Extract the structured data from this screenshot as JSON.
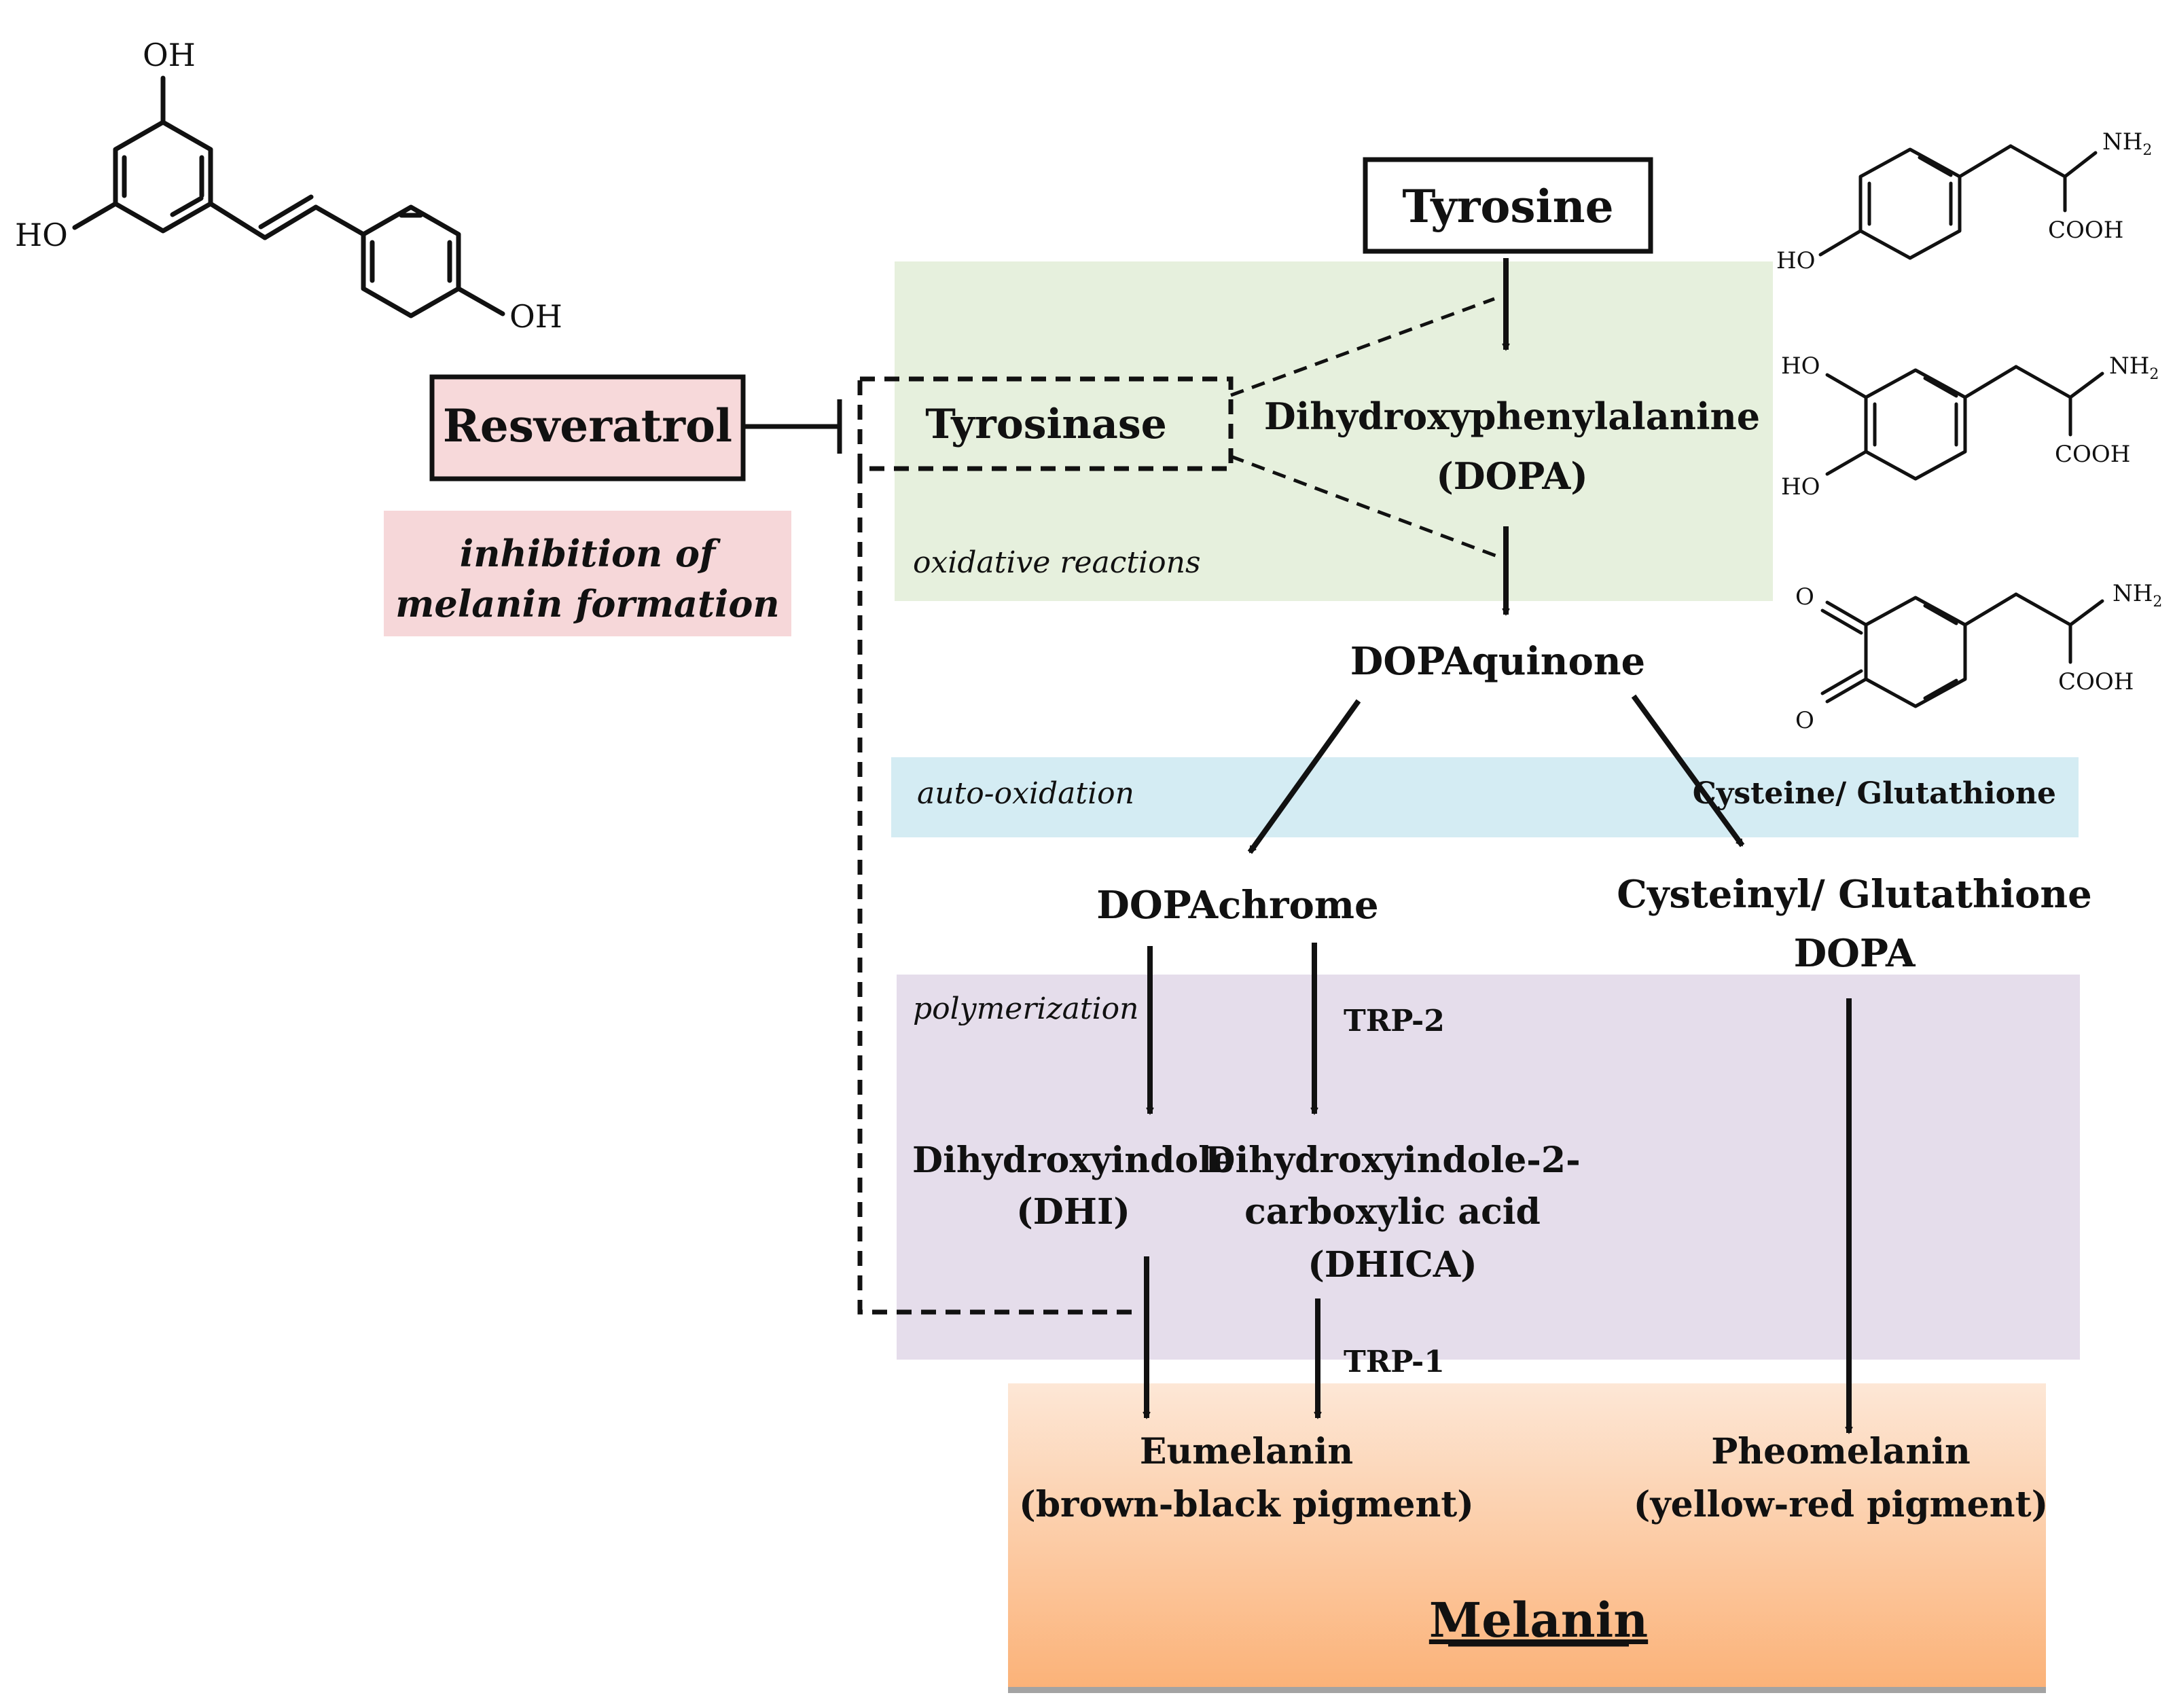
{
  "colors": {
    "oxidative_band": "#e6f0dd",
    "autoox_band": "#d4ecf3",
    "polymer_band": "#e5ddeb",
    "inhibition_box": "#f6d7d9",
    "resveratrol_box": "#f7d9da",
    "melanin_top": "#fde7d6",
    "melanin_bottom": "#fbb278",
    "ink": "#111111"
  },
  "structures": {
    "resveratrol": {
      "oh_top": "OH",
      "ho_left": "HO",
      "oh_right": "OH"
    },
    "tyrosine": {
      "nh2": "NH",
      "nh2_sub": "2",
      "cooh": "COOH",
      "ho": "HO"
    },
    "dopa": {
      "ho_top": "HO",
      "ho_bottom": "HO",
      "nh2": "NH",
      "nh2_sub": "2",
      "cooh": "COOH"
    },
    "dopaquinone": {
      "o_top": "O",
      "o_bottom": "O",
      "nh2": "NH",
      "nh2_sub": "2",
      "cooh": "COOH"
    }
  },
  "labels": {
    "tyrosine": "Tyrosine",
    "resveratrol": "Resveratrol",
    "tyrosinase": "Tyrosinase",
    "inhibition_line1": "inhibition of",
    "inhibition_line2": "melanin formation",
    "dopa_line1": "Dihydroxyphenylalanine",
    "dopa_line2": "(DOPA)",
    "oxidative_reactions": "oxidative reactions",
    "dopaquinone": "DOPAquinone",
    "auto_oxidation": "auto-oxidation",
    "cysteine_glutathione": "Cysteine/  Glutathione",
    "dopachrome": "DOPAchrome",
    "cysteinyl_line1": "Cysteinyl/ Glutathione",
    "cysteinyl_line2": "DOPA",
    "polymerization": "polymerization",
    "trp2": "TRP-2",
    "dhi_line1": "Dihydroxyindole",
    "dhi_line2": "(DHI)",
    "dhica_line1": "Dihydroxyindole-2-",
    "dhica_line2": "carboxylic acid",
    "dhica_line3": "(DHICA)",
    "trp1": "TRP-1",
    "eumelanin_line1": "Eumelanin",
    "eumelanin_line2": "(brown-black pigment)",
    "pheomelanin_line1": "Pheomelanin",
    "pheomelanin_line2": "(yellow-red pigment)",
    "melanin": "Melanin"
  }
}
